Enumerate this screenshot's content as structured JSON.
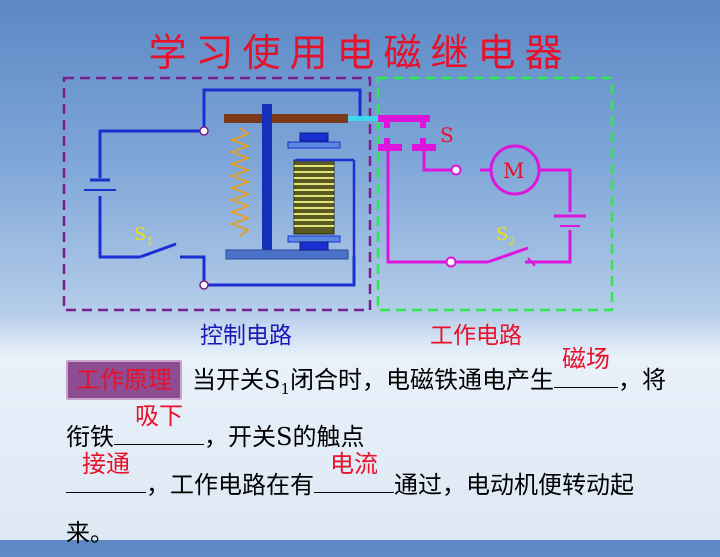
{
  "title": "学习使用电磁继电器",
  "labels": {
    "switch_s": "S",
    "motor": "M",
    "s1": "S",
    "s1_sub": "1",
    "s2": "S",
    "s2_sub": "2"
  },
  "captions": {
    "control": "控制电路",
    "work": "工作电路"
  },
  "principle": {
    "badge": "工作原理",
    "part1": "当开关S",
    "part1_sub": "1",
    "part2": "闭合时，电磁铁通电产生",
    "blank1": "磁场",
    "part3": "，将衔铁",
    "blank2": "吸下",
    "part4": "，开关S的触点",
    "blank3": "接通",
    "part5": "，工作电路在有",
    "blank4": "电流",
    "part6": "通过，电动机便转动起来。"
  },
  "colors": {
    "control_wire": "#1a2fd1",
    "work_wire": "#dc14dc",
    "control_box": "#7a1f8a",
    "work_box": "#2ee84e",
    "title": "#e8102a"
  }
}
